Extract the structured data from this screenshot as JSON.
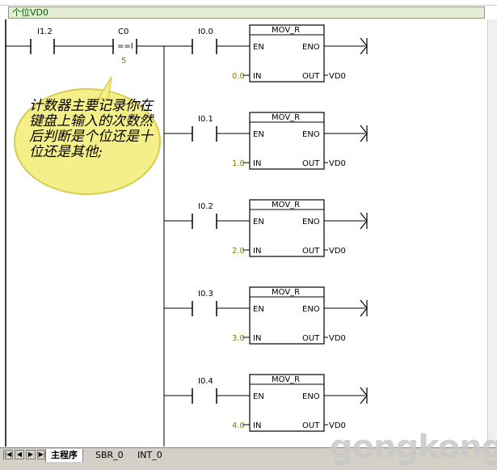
{
  "network_comment": "个位VD0",
  "input_contact": "I1.2",
  "counter": {
    "name": "C0",
    "op": "==I",
    "value": "5"
  },
  "bubble_text": "计数器主要记录你在键盘上输入的次数然后判断是个位还是十位还是其他;",
  "rungs": [
    {
      "contact": "I0.0",
      "box_title": "MOV_R",
      "en": "EN",
      "eno": "ENO",
      "in_label": "IN",
      "in_value": "0.0",
      "out_label": "OUT",
      "out_value": "VD0"
    },
    {
      "contact": "I0.1",
      "box_title": "MOV_R",
      "en": "EN",
      "eno": "ENO",
      "in_label": "IN",
      "in_value": "1.0",
      "out_label": "OUT",
      "out_value": "VD0"
    },
    {
      "contact": "I0.2",
      "box_title": "MOV_R",
      "en": "EN",
      "eno": "ENO",
      "in_label": "IN",
      "in_value": "2.0",
      "out_label": "OUT",
      "out_value": "VD0"
    },
    {
      "contact": "I0.3",
      "box_title": "MOV_R",
      "en": "EN",
      "eno": "ENO",
      "in_label": "IN",
      "in_value": "3.0",
      "out_label": "OUT",
      "out_value": "VD0"
    },
    {
      "contact": "I0.4",
      "box_title": "MOV_R",
      "en": "EN",
      "eno": "ENO",
      "in_label": "IN",
      "in_value": "4.0",
      "out_label": "OUT",
      "out_value": "VD0"
    }
  ],
  "tabs": [
    "主程序",
    "SBR_0",
    "INT_0"
  ],
  "nav_buttons": [
    "first",
    "prev",
    "next",
    "last"
  ],
  "watermark": "gongkong",
  "colors": {
    "comment_bg": "#e4ecd6",
    "comment_text": "#006000",
    "bubble_fill": "#f5ef8a",
    "value_text": "#8a7a00"
  }
}
